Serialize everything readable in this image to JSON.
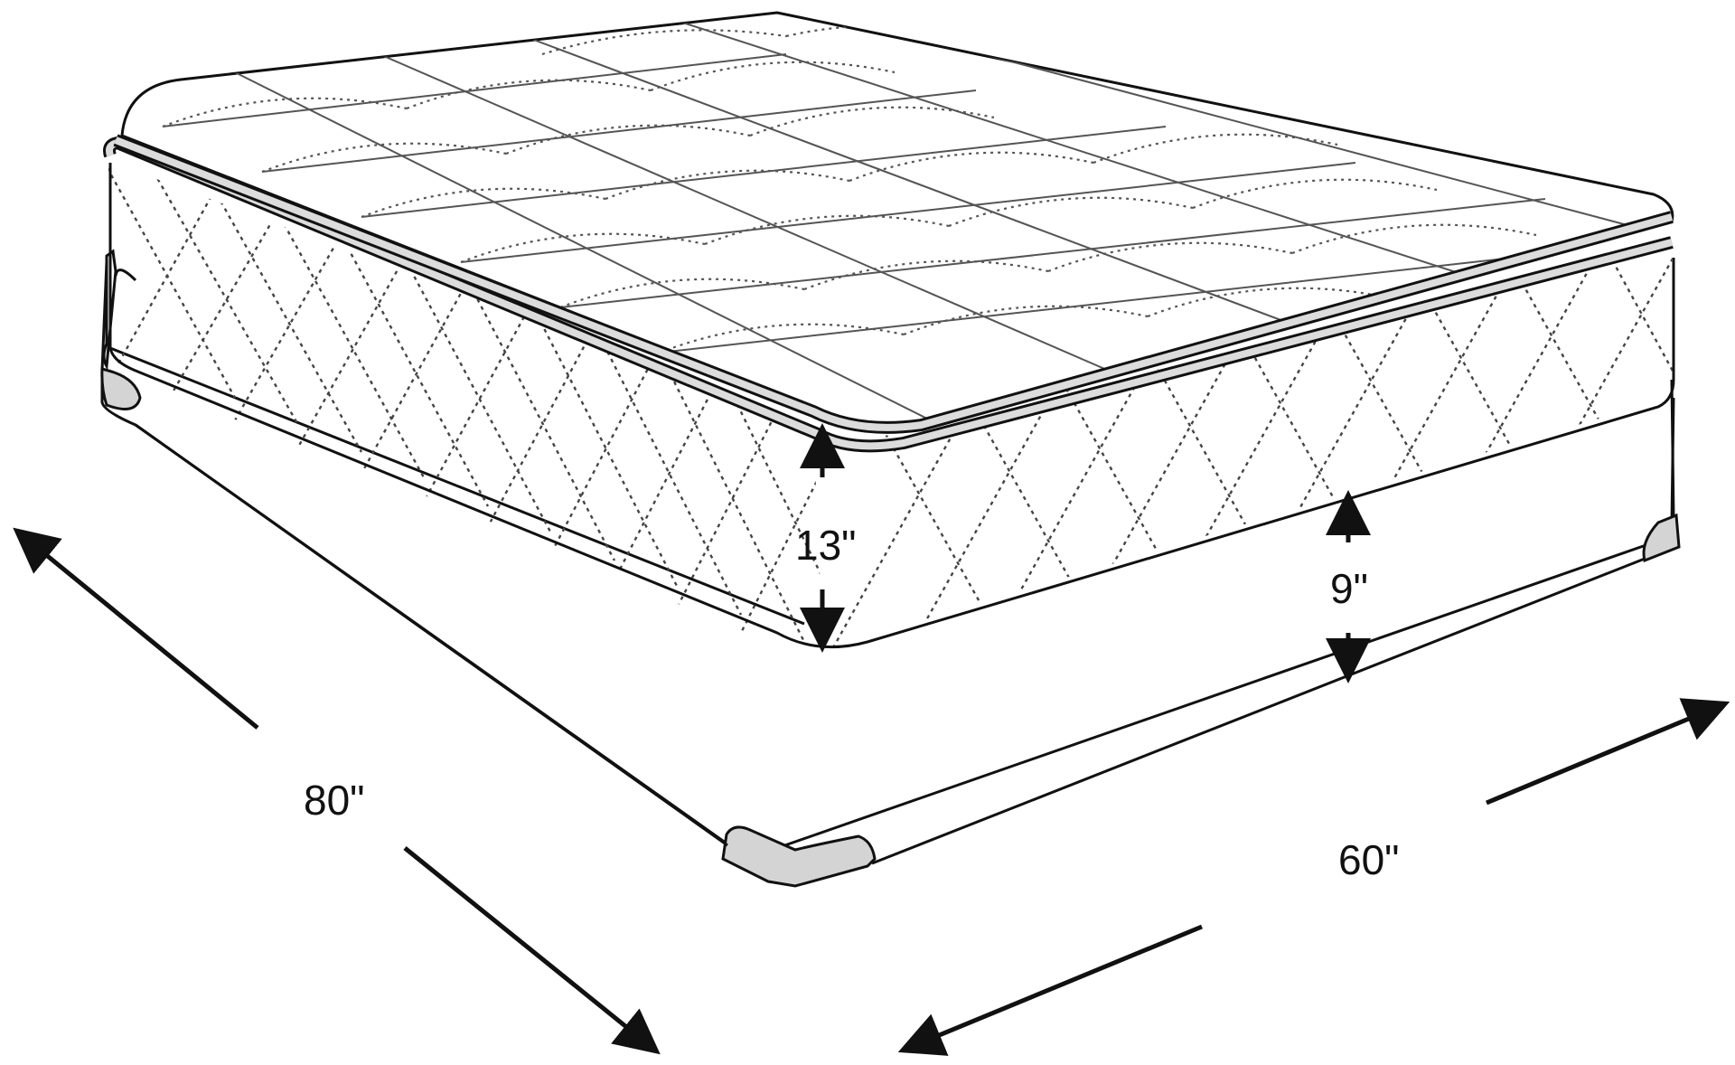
{
  "diagram": {
    "subject": "Mattress with pillow top on foundation",
    "dimensions": {
      "mattress_height": "13\"",
      "foundation_height": "9\"",
      "length": "80\"",
      "width": "60\""
    },
    "colors": {
      "line": "#111111",
      "corner_cap_fill": "#d4d4d4",
      "piping_fill": "#dcdcdc",
      "background": "#ffffff"
    }
  }
}
